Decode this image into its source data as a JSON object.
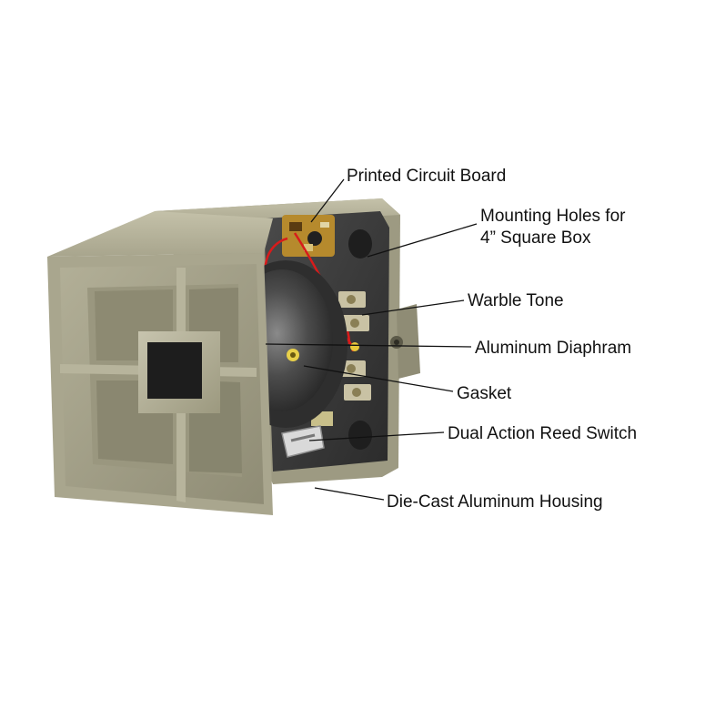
{
  "callouts": {
    "pcb": "Printed Circuit Board",
    "mounting_line1": "Mounting Holes for",
    "mounting_line2": "4” Square Box",
    "warble": "Warble Tone",
    "diaphram": "Aluminum Diaphram",
    "gasket": "Gasket",
    "reed": "Dual Action Reed Switch",
    "housing": "Die-Cast Aluminum Housing"
  },
  "colors": {
    "housing": "#aaa78f",
    "housing_dark": "#8e8b74",
    "housing_shadow": "#6f6c58",
    "interior": "#3a3a3a",
    "diaphragm": "#4a4a4a",
    "wire_red": "#d81b1b",
    "leader": "#111111",
    "text": "#111111"
  }
}
